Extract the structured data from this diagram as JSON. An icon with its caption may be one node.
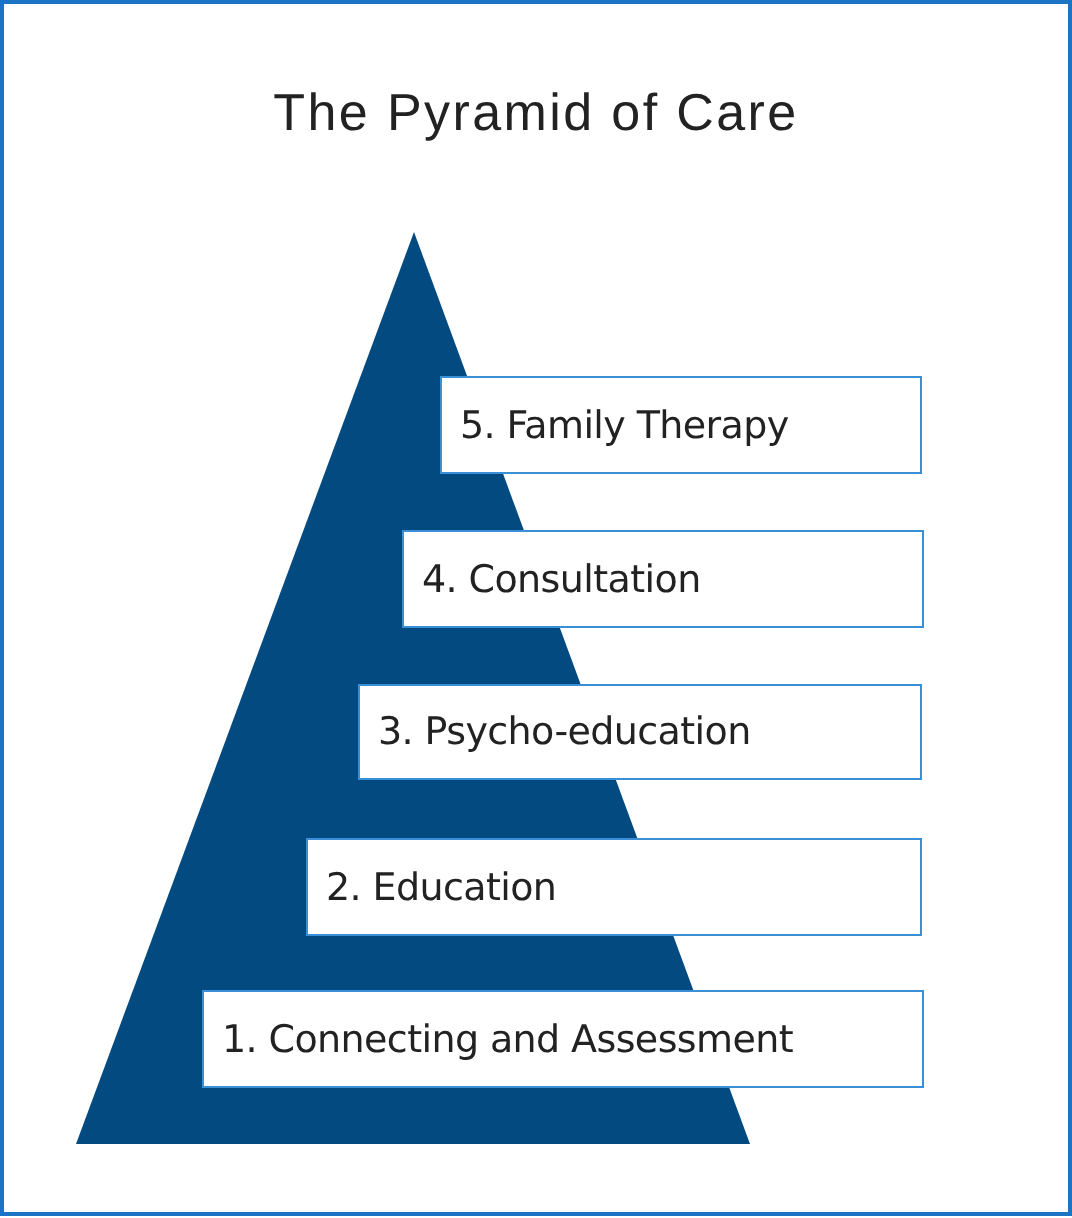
{
  "diagram": {
    "title": "The Pyramid of Care",
    "nodes": [
      {
        "text": [
          "5. Family Therapy"
        ]
      },
      {
        "text": [
          "4. Consultation"
        ]
      },
      {
        "text": [
          "3. Psycho-education"
        ]
      },
      {
        "text": [
          "2. Education"
        ]
      },
      {
        "text": [
          "1. Connecting and Assessment"
        ]
      }
    ]
  }
}
